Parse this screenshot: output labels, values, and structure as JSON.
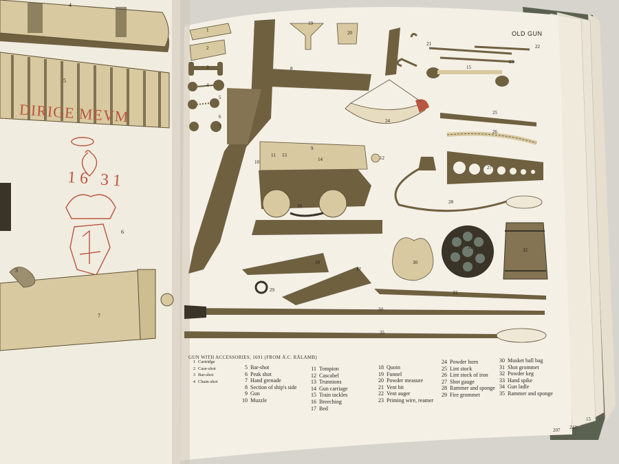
{
  "page_header": "OLD GUN",
  "left_page": {
    "motto": "DIRIGE MEVM",
    "year": "16 31",
    "item_numbers": [
      "4",
      "5",
      "3",
      "6",
      "7"
    ]
  },
  "plate_numbers": [
    "1",
    "2",
    "3",
    "4",
    "5",
    "6",
    "7",
    "8",
    "9",
    "10",
    "11",
    "12",
    "13",
    "14",
    "15",
    "16",
    "17",
    "18",
    "19",
    "20",
    "21",
    "22",
    "23",
    "24",
    "25",
    "26",
    "27",
    "28",
    "29",
    "30",
    "31",
    "32",
    "33",
    "34",
    "35"
  ],
  "caption_title": "GUN WITH ACCESSORIES, 1691 (FROM Å.C. RÅLAMB)",
  "legend": [
    [
      {
        "n": "1",
        "label": "Cartridge"
      },
      {
        "n": "2",
        "label": "Case-shot"
      },
      {
        "n": "3",
        "label": "Bar-shot"
      },
      {
        "n": "4",
        "label": "Chain-shot"
      }
    ],
    [
      {
        "n": "5",
        "label": "Bar-shot"
      },
      {
        "n": "6",
        "label": "Peak shot"
      },
      {
        "n": "7",
        "label": "Hand grenade"
      },
      {
        "n": "8",
        "label": "Section of ship's side"
      },
      {
        "n": "9",
        "label": "Gun"
      },
      {
        "n": "10",
        "label": "Muzzle"
      }
    ],
    [
      {
        "n": "11",
        "label": "Tompion"
      },
      {
        "n": "12",
        "label": "Cascabel"
      },
      {
        "n": "13",
        "label": "Trunnions"
      },
      {
        "n": "14",
        "label": "Gun carriage"
      },
      {
        "n": "15",
        "label": "Train tackles"
      },
      {
        "n": "16",
        "label": "Breeching"
      },
      {
        "n": "17",
        "label": "Bed"
      }
    ],
    [
      {
        "n": "18",
        "label": "Quoin"
      },
      {
        "n": "19",
        "label": "Funnel"
      },
      {
        "n": "20",
        "label": "Powder measure"
      },
      {
        "n": "21",
        "label": "Vent bit"
      },
      {
        "n": "22",
        "label": "Vent auger"
      },
      {
        "n": "23",
        "label": "Priming wire, reamer"
      }
    ],
    [
      {
        "n": "24",
        "label": "Powder horn"
      },
      {
        "n": "25",
        "label": "Lint stock"
      },
      {
        "n": "26",
        "label": "Lint stock of iron"
      },
      {
        "n": "27",
        "label": "Shot gauge"
      },
      {
        "n": "28",
        "label": "Rammer and sponge"
      },
      {
        "n": "29",
        "label": "Fire grommet"
      }
    ],
    [
      {
        "n": "30",
        "label": "Musket ball bag"
      },
      {
        "n": "31",
        "label": "Shot grommet"
      },
      {
        "n": "32",
        "label": "Powder keg"
      },
      {
        "n": "33",
        "label": "Hand spike"
      },
      {
        "n": "34",
        "label": "Gun ladle"
      },
      {
        "n": "35",
        "label": "Rammer and sponge"
      }
    ]
  ],
  "page_numbers": [
    "207",
    "213",
    "15"
  ]
}
